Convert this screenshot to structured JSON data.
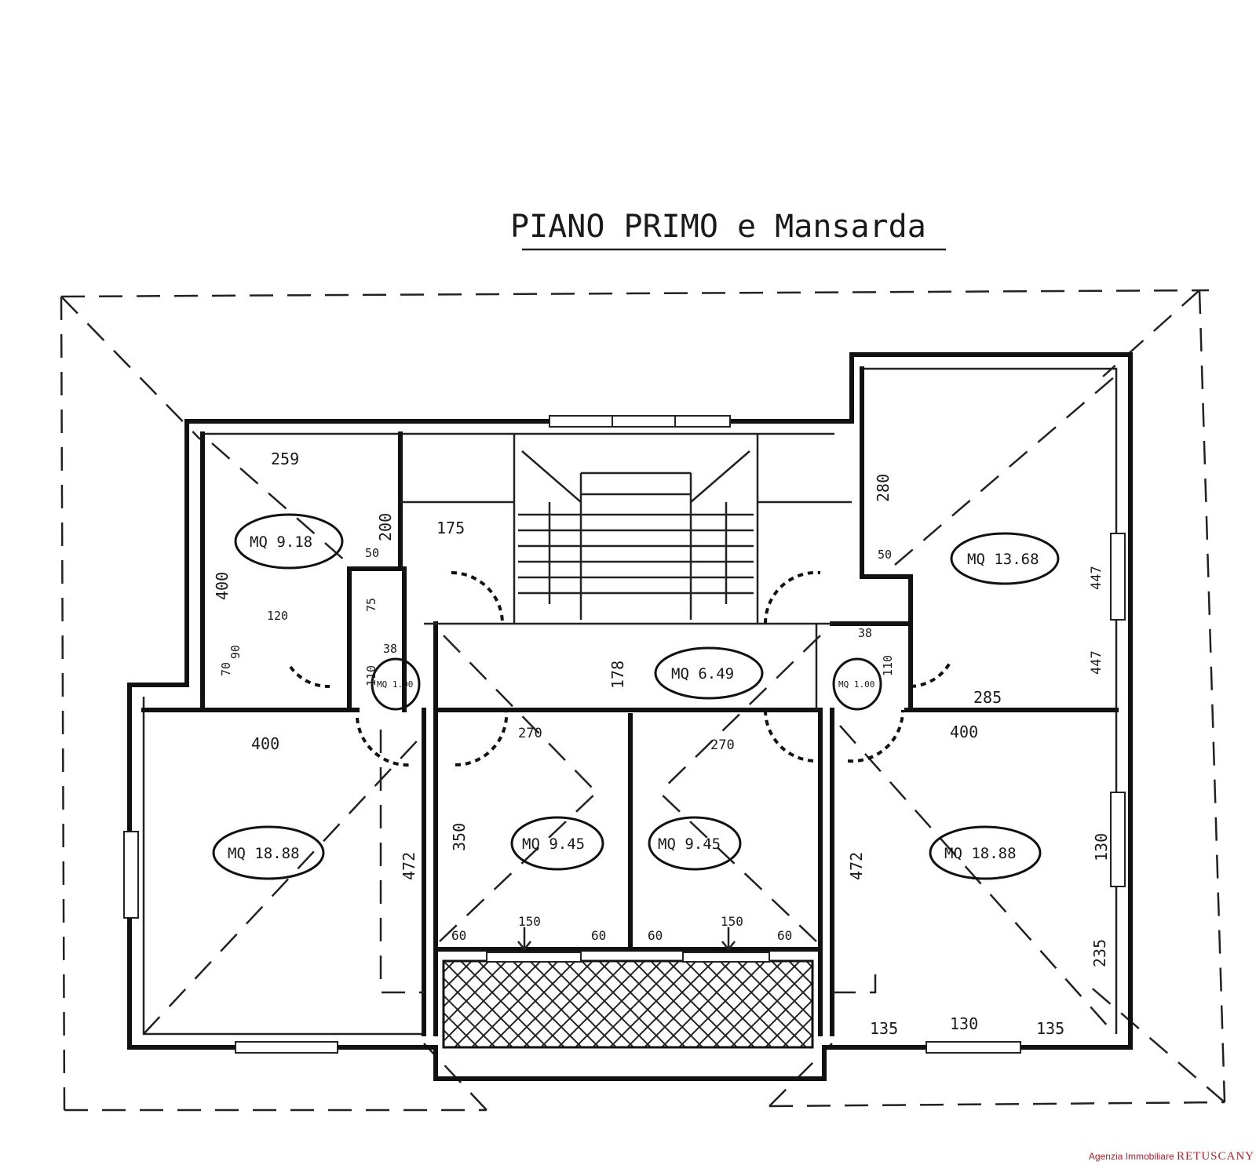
{
  "title": "PIANO PRIMO e Mansarda",
  "areas": [
    "MQ 9.18",
    "MQ 13.68",
    "MQ 6.49",
    "MQ 1.00",
    "MQ 1.00",
    "MQ 18.88",
    "MQ 9.45",
    "MQ 9.45",
    "MQ 18.88"
  ],
  "dimensions": [
    "259",
    "200",
    "175",
    "400",
    "50",
    "75",
    "38",
    "110",
    "90",
    "120",
    "70",
    "280",
    "50",
    "38",
    "110",
    "285",
    "447",
    "447",
    "178",
    "400",
    "270",
    "270",
    "400",
    "472",
    "350",
    "472",
    "130",
    "235",
    "60",
    "150",
    "60",
    "60",
    "150",
    "60",
    "135",
    "130",
    "135"
  ],
  "watermark": {
    "prefix": "Agenzia Immobiliare",
    "brand": "RETUSCANY"
  },
  "colors": {
    "ink": "#111111",
    "watermark": "#b0202a"
  }
}
